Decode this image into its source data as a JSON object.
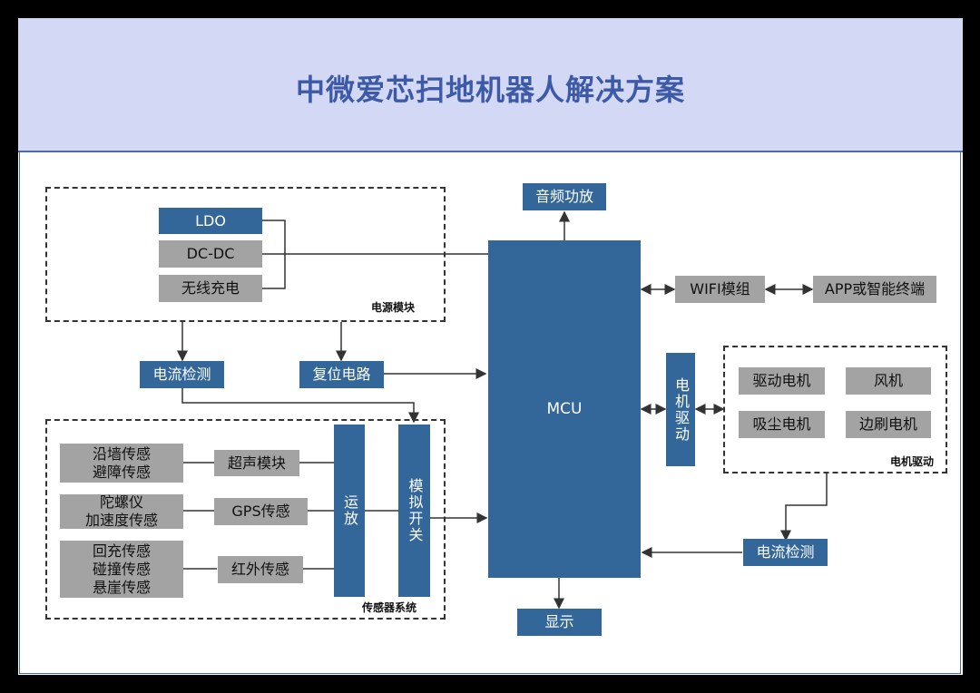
{
  "title": "中微爱芯扫地机器人解决方案",
  "colors": {
    "header_bg": "#d3d8f5",
    "title": "#3d5aa9",
    "block_blue": "#336699",
    "block_gray": "#a3a3a3"
  },
  "power": {
    "label": "电源模块",
    "ldo": "LDO",
    "dcdc": "DC-DC",
    "wireless": "无线充电"
  },
  "audio": "音频功放",
  "mcu": "MCU",
  "display": "显示",
  "wifi": "WIFI模组",
  "app": "APP或智能终端",
  "current_left": "电流检测",
  "reset": "复位电路",
  "motor_drive_v": "电机驱动",
  "motor_group": {
    "label": "电机驱动",
    "drive": "驱动电机",
    "fan": "风机",
    "vacuum": "吸尘电机",
    "brush": "边刷电机"
  },
  "current_right": "电流检测",
  "sensor": {
    "label": "传感器系统",
    "s1": "沿墙传感\n避障传感",
    "s2": "陀螺仪\n加速度传感",
    "s3": "回充传感\n碰撞传感\n悬崖传感",
    "ultra": "超声模块",
    "gps": "GPS传感",
    "ir": "红外传感",
    "opamp": "运放",
    "switch": "模拟开关"
  }
}
